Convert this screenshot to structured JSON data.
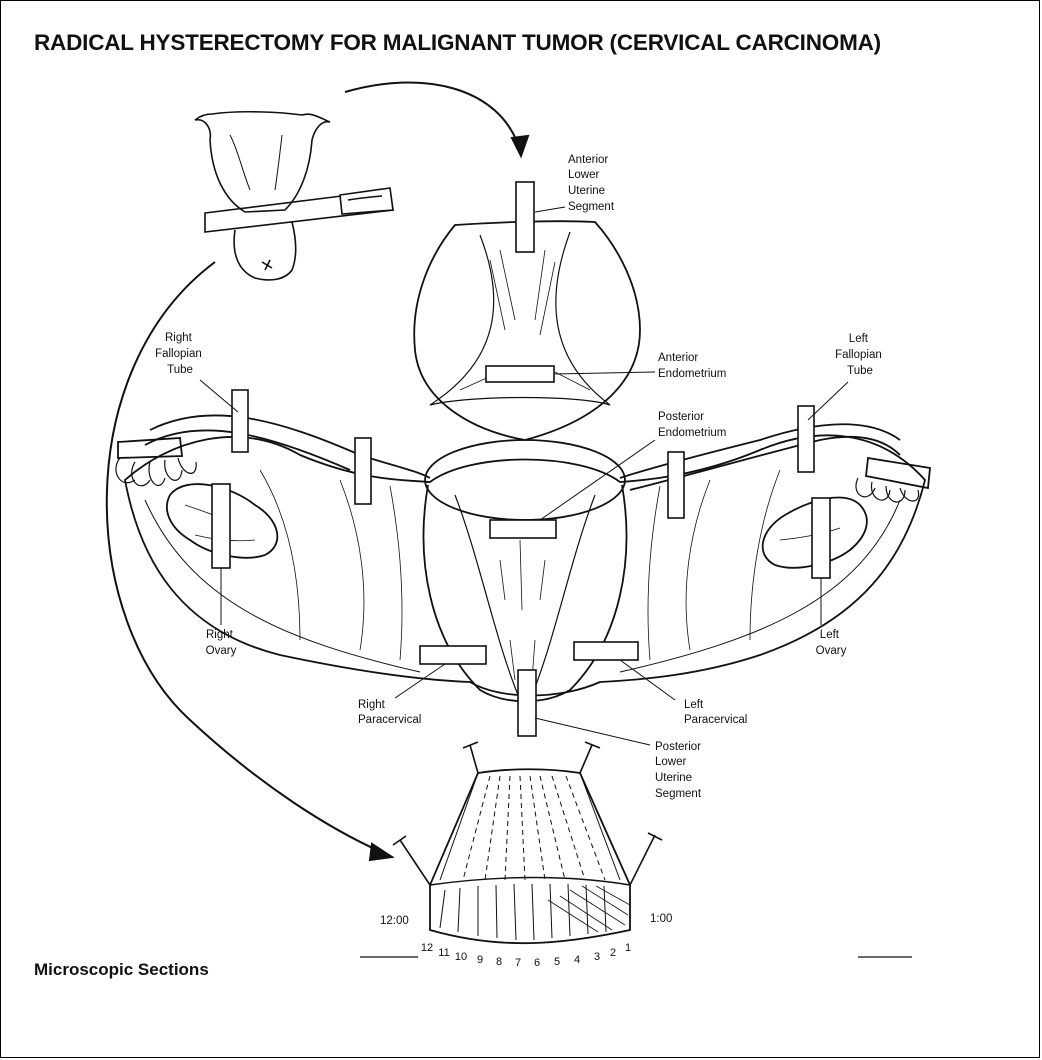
{
  "title": "RADICAL HYSTERECTOMY FOR MALIGNANT TUMOR (CERVICAL CARCINOMA)",
  "footer": "Microscopic Sections",
  "labels": {
    "anterior_lower_uterine_segment": [
      "Anterior",
      "Lower",
      "Uterine",
      "Segment"
    ],
    "anterior_endometrium": [
      "Anterior",
      "Endometrium"
    ],
    "posterior_endometrium": [
      "Posterior",
      "Endometrium"
    ],
    "right_fallopian_tube": [
      "Right",
      "Fallopian",
      "Tube"
    ],
    "left_fallopian_tube": [
      "Left",
      "Fallopian",
      "Tube"
    ],
    "right_ovary": [
      "Right",
      "Ovary"
    ],
    "left_ovary": [
      "Left",
      "Ovary"
    ],
    "right_paracervical": [
      "Right",
      "Paracervical"
    ],
    "left_paracervical": [
      "Left",
      "Paracervical"
    ],
    "posterior_lower_uterine_segment": [
      "Posterior",
      "Lower",
      "Uterine",
      "Segment"
    ]
  },
  "clock_positions": {
    "start": "12:00",
    "end": "1:00"
  },
  "section_numbers": [
    "12",
    "11",
    "10",
    "9",
    "8",
    "7",
    "6",
    "5",
    "4",
    "3",
    "2",
    "1"
  ],
  "colors": {
    "ink": "#111111",
    "paper": "#ffffff",
    "ghost_text": "#e6e6e6"
  }
}
